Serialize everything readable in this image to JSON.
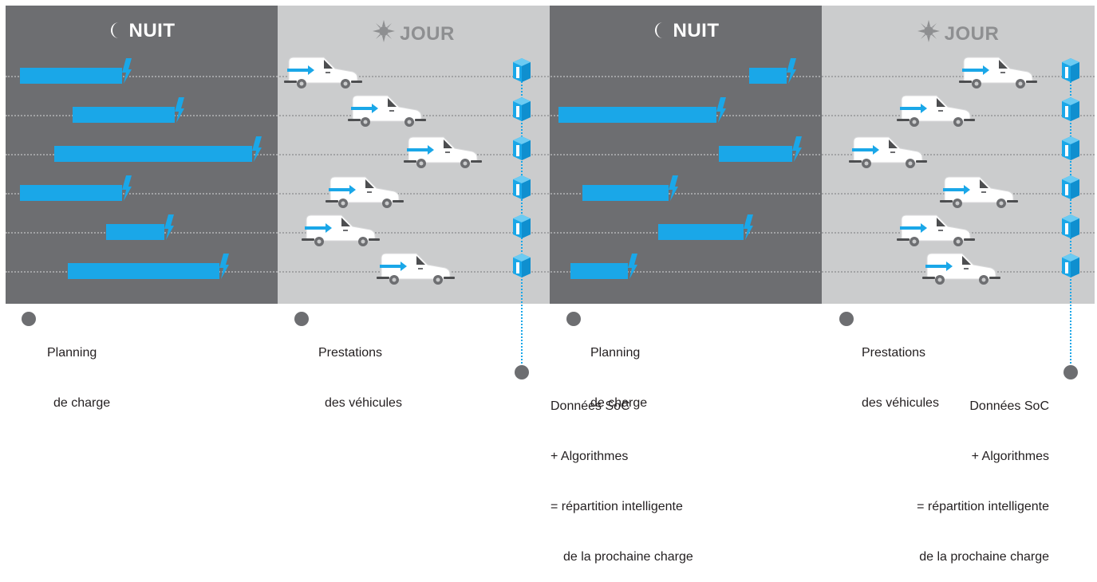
{
  "panels": {
    "night_title": "NUIT",
    "day_title": "JOUR"
  },
  "legend": {
    "planning_line1": "Planning",
    "planning_line2": "de charge",
    "prestations_line1": "Prestations",
    "prestations_line2": "des véhicules"
  },
  "soc_note": {
    "line1": "Données SoC",
    "line2": "+ Algorithmes",
    "line3": "= répartition intelligente",
    "line4": "de la prochaine charge"
  },
  "colors": {
    "night_panel": "#6d6e71",
    "day_panel": "#cbcccd",
    "accent_blue": "#1aa7e8"
  },
  "icons": [
    "moon-icon",
    "sun-icon",
    "lightning-bolt-icon",
    "van-icon",
    "charging-cube-icon"
  ]
}
